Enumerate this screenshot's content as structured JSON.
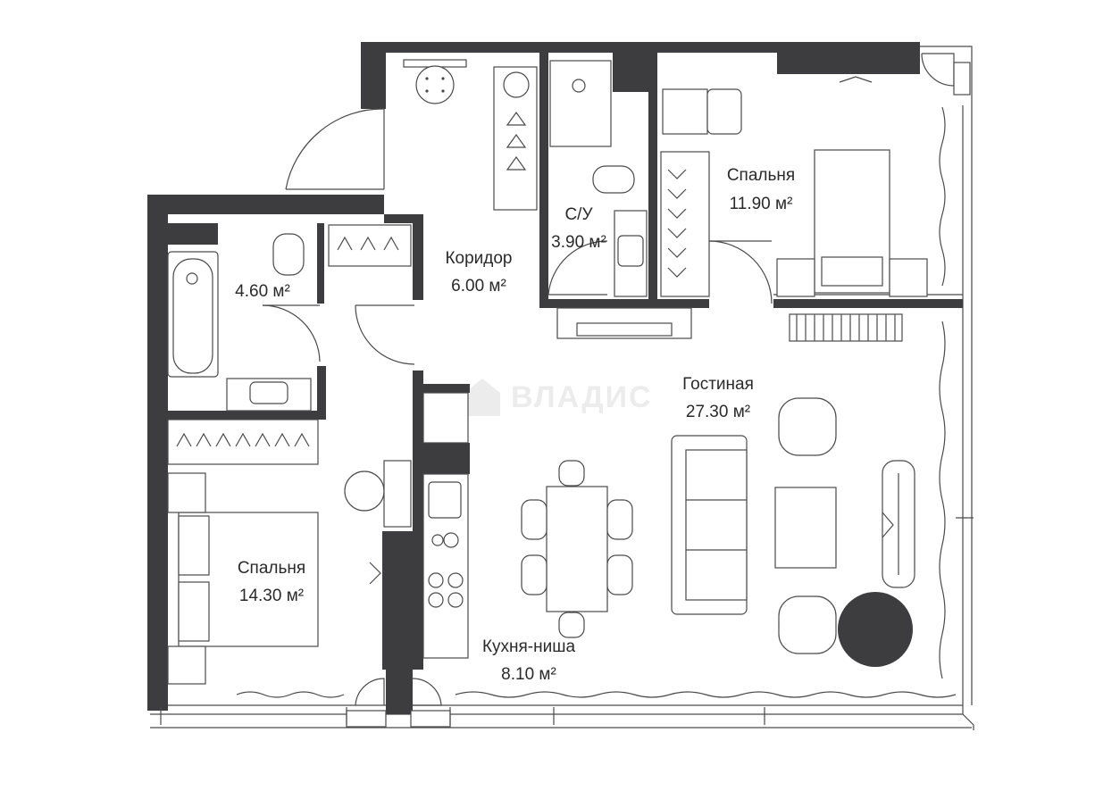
{
  "rooms": {
    "bedroom_top": {
      "name": "Спальня",
      "area": "11.90 м²"
    },
    "bathroom": {
      "name": "С/У",
      "area": "3.90 м²"
    },
    "corridor": {
      "name": "Коридор",
      "area": "6.00 м²"
    },
    "bathroom_small": {
      "name": "",
      "area": "4.60 м²"
    },
    "living": {
      "name": "Гостиная",
      "area": "27.30 м²"
    },
    "bedroom_left": {
      "name": "Спальня",
      "area": "14.30 м²"
    },
    "kitchen": {
      "name": "Кухня-ниша",
      "area": "8.10 м²"
    }
  },
  "watermark": {
    "text": "ВЛАДИС"
  },
  "colors": {
    "wall": "#3d3d3f",
    "line": "#4a4a4a",
    "accent_circle": "#3d3d3f",
    "watermark": "#ececec"
  }
}
